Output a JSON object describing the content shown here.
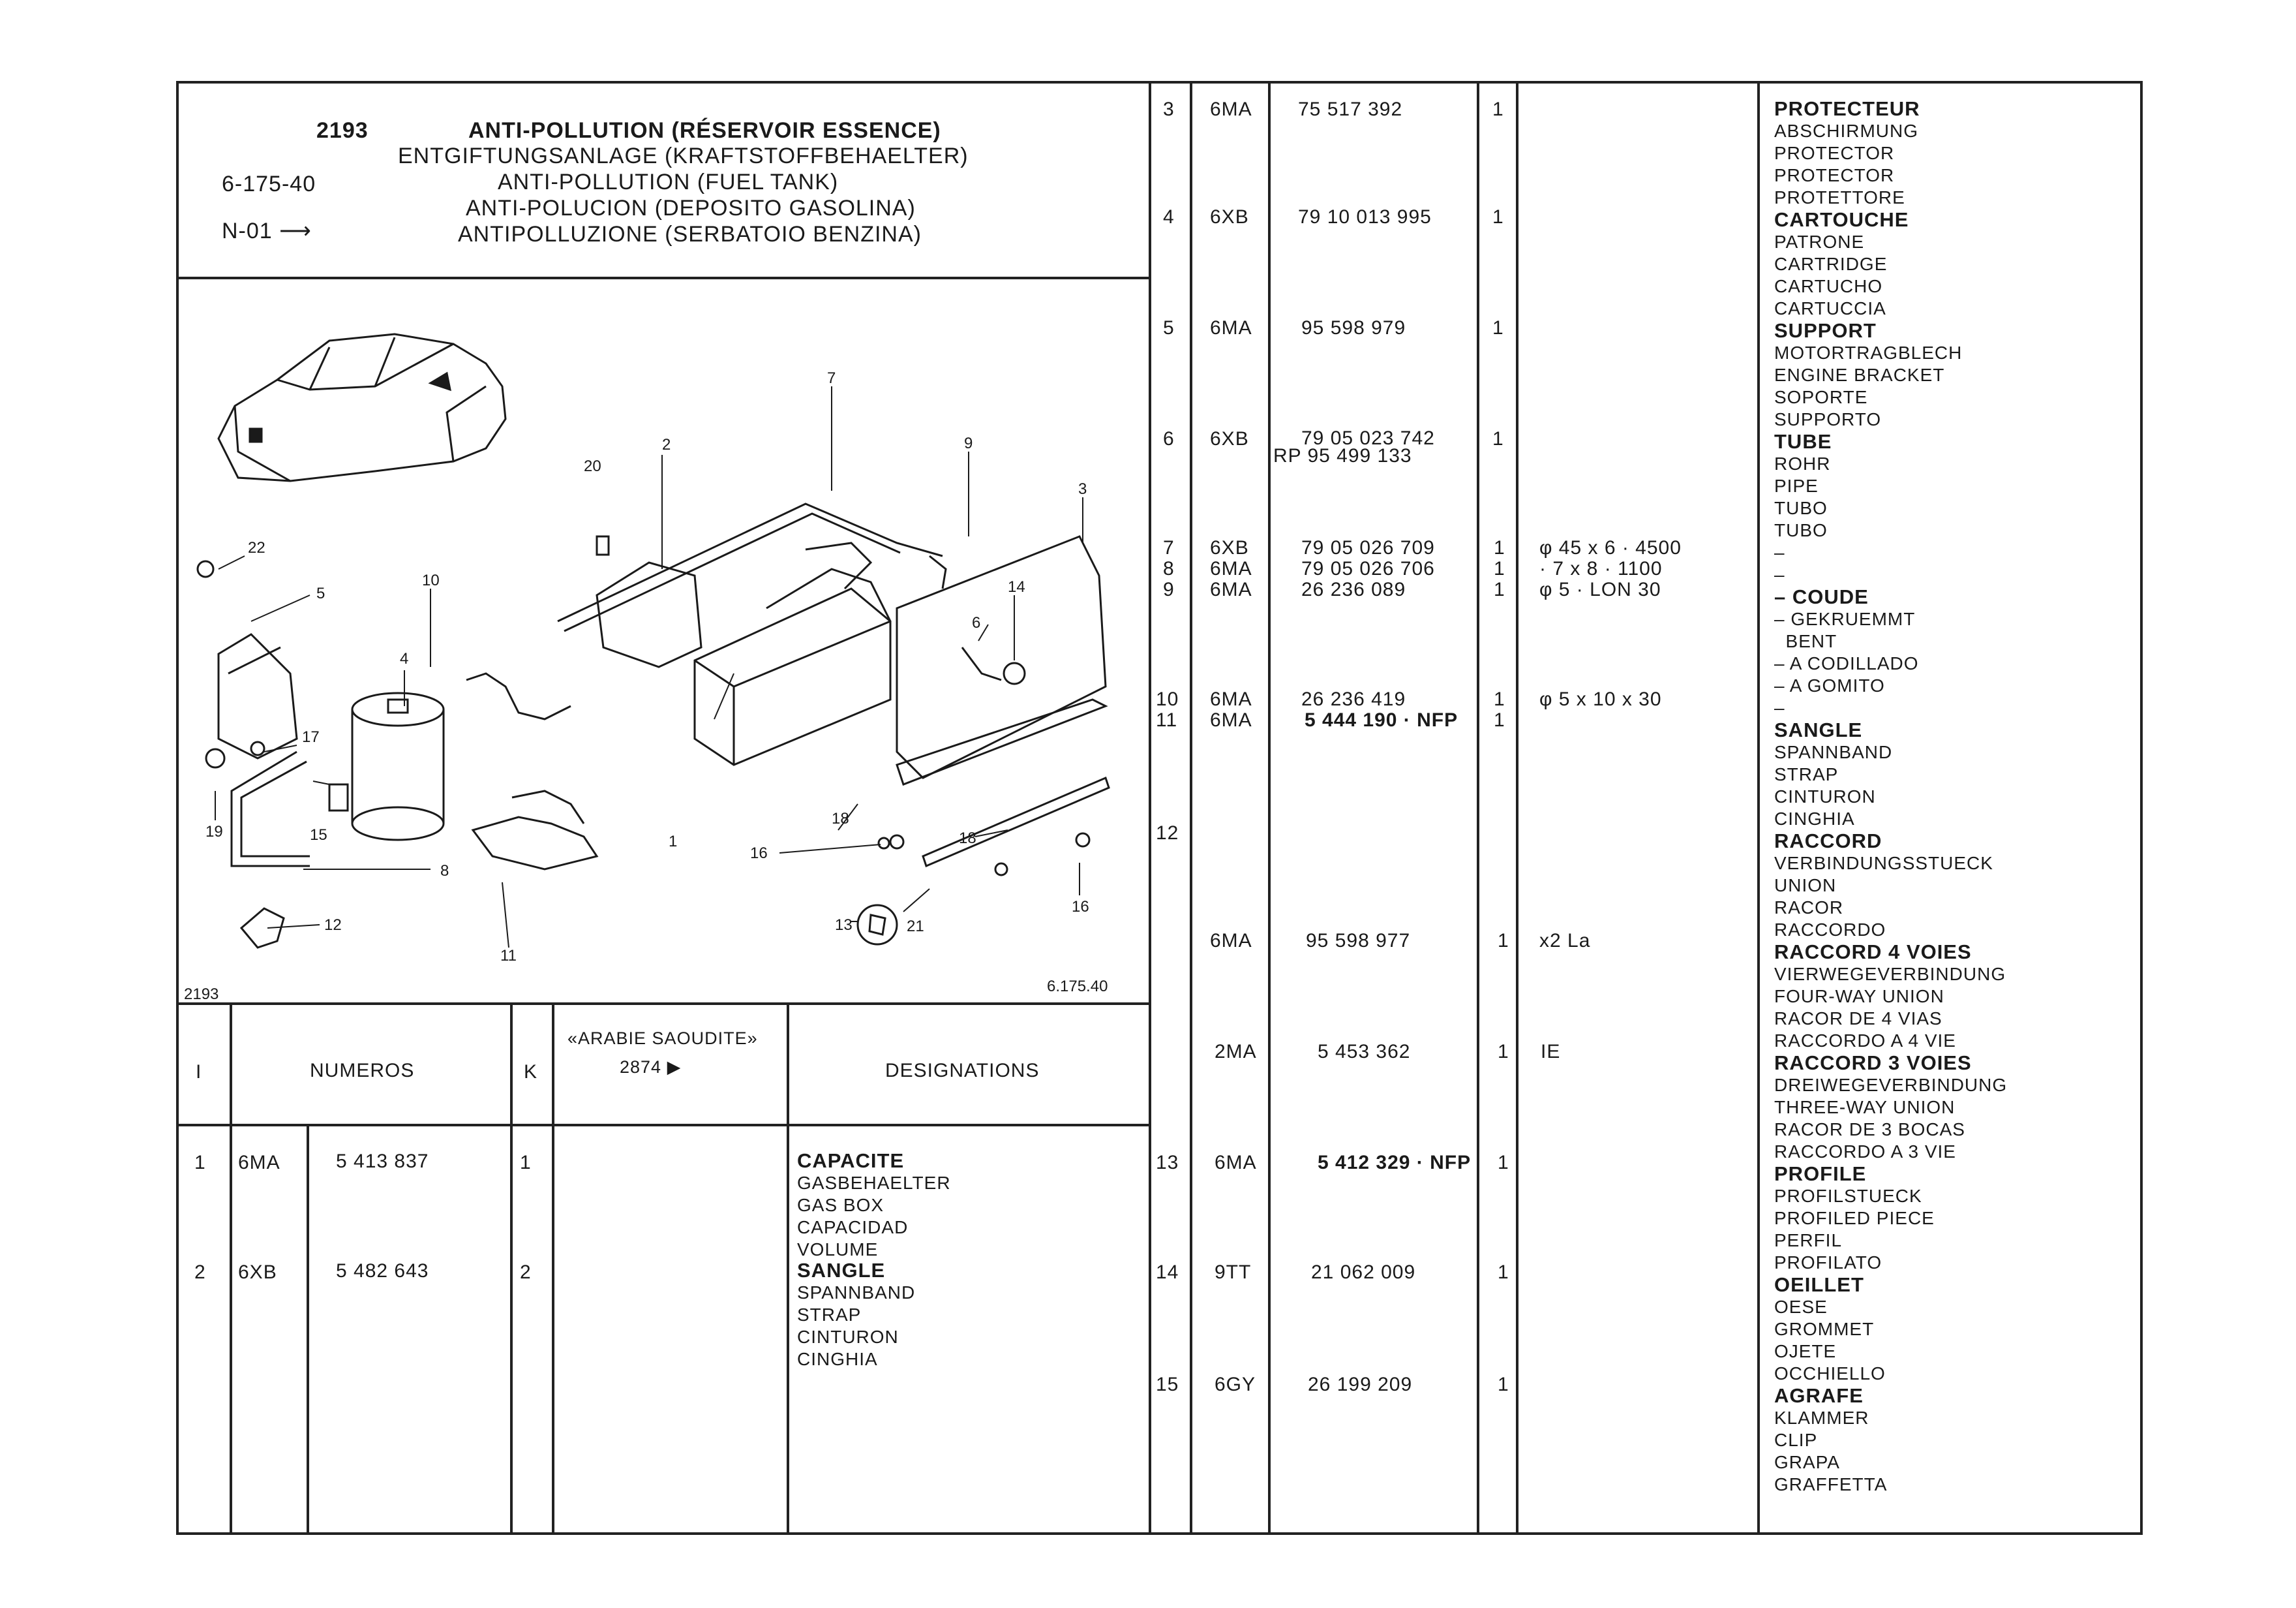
{
  "header": {
    "group": "2193",
    "code": "6-175-40",
    "series": "N-01",
    "titles": [
      "ANTI-POLLUTION (RÉSERVOIR ESSENCE)",
      "ENTGIFTUNGSANLAGE (KRAFTSTOFFBEHAELTER)",
      "ANTI-POLLUTION (FUEL TANK)",
      "ANTI-POLUCION (DEPOSITO GASOLINA)",
      "ANTIPOLLUZIONE (SERBATOIO BENZINA)"
    ]
  },
  "diagram": {
    "ref_left": "2193",
    "ref_right": "6.175.40",
    "callouts": [
      "1",
      "2",
      "3",
      "4",
      "5",
      "6",
      "7",
      "8",
      "9",
      "10",
      "11",
      "12",
      "13",
      "14",
      "15",
      "16",
      "16",
      "17",
      "18",
      "18",
      "19",
      "20",
      "21",
      "22"
    ]
  },
  "table_header": {
    "col_index": "I",
    "col_numbers": "NUMEROS",
    "col_k": "K",
    "col_market": "«ARABIE SAOUDITE»",
    "col_market_code": "2874 ▶",
    "col_designations": "DESIGNATIONS"
  },
  "left_rows": [
    {
      "idx": "1",
      "type": "6MA",
      "number": "5 413 837",
      "k": "1",
      "designation": [
        "CAPACITE",
        "GASBEHAELTER",
        "GAS BOX",
        "CAPACIDAD",
        "VOLUME"
      ]
    },
    {
      "idx": "2",
      "type": "6XB",
      "number": "5 482 643",
      "k": "2",
      "designation": [
        "SANGLE",
        "SPANNBAND",
        "STRAP",
        "CINTURON",
        "CINGHIA"
      ]
    }
  ],
  "right_rows": [
    {
      "idx": "3",
      "type": "6MA",
      "number": "75 517 392",
      "k": "1",
      "remark": ""
    },
    {
      "idx": "4",
      "type": "6XB",
      "number": "79 10 013 995",
      "k": "1",
      "remark": ""
    },
    {
      "idx": "5",
      "type": "6MA",
      "number": "95 598 979",
      "k": "1",
      "remark": ""
    },
    {
      "idx": "6",
      "type": "6XB",
      "number": "79 05 023 742",
      "number2": "RP 95 499 133",
      "k": "1",
      "remark": ""
    },
    {
      "idx": "7",
      "type": "6XB",
      "number": "79 05 026 709",
      "k": "1",
      "remark": "φ 45 x 6 · 4500"
    },
    {
      "idx": "8",
      "type": "6MA",
      "number": "79 05 026 706",
      "k": "1",
      "remark": "· 7 x 8 · 1100"
    },
    {
      "idx": "9",
      "type": "6MA",
      "number": "26 236 089",
      "k": "1",
      "remark": "φ 5 · LON 30"
    },
    {
      "idx": "10",
      "type": "6MA",
      "number": "26 236 419",
      "k": "1",
      "remark": "φ 5 x 10 x 30"
    },
    {
      "idx": "11",
      "type": "6MA",
      "number": "5 444 190 · NFP",
      "k": "1",
      "remark": ""
    },
    {
      "idx": "12",
      "type": "",
      "number": "",
      "k": "",
      "remark": ""
    },
    {
      "idx": "",
      "type": "6MA",
      "number": "95 598 977",
      "k": "1",
      "remark": "x2 La"
    },
    {
      "idx": "",
      "type": "2MA",
      "number": "5 453 362",
      "k": "1",
      "remark": "IE"
    },
    {
      "idx": "13",
      "type": "6MA",
      "number": "5 412 329 · NFP",
      "k": "1",
      "remark": ""
    },
    {
      "idx": "14",
      "type": "9TT",
      "number": "21 062 009",
      "k": "1",
      "remark": ""
    },
    {
      "idx": "15",
      "type": "6GY",
      "number": "26 199 209",
      "k": "1",
      "remark": ""
    }
  ],
  "right_designations": [
    {
      "bold": "PROTECTEUR",
      "lines": [
        "ABSCHIRMUNG",
        "PROTECTOR",
        "PROTECTOR",
        "PROTETTORE"
      ]
    },
    {
      "bold": "CARTOUCHE",
      "lines": [
        "PATRONE",
        "CARTRIDGE",
        "CARTUCHO",
        "CARTUCCIA"
      ]
    },
    {
      "bold": "SUPPORT",
      "lines": [
        "MOTORTRAGBLECH",
        "ENGINE BRACKET",
        "SOPORTE",
        "SUPPORTO"
      ]
    },
    {
      "bold": "TUBE",
      "lines": [
        "ROHR",
        "PIPE",
        "TUBO",
        "TUBO"
      ]
    },
    {
      "bold": "",
      "lines": [
        "–",
        "–"
      ]
    },
    {
      "bold": "– COUDE",
      "lines": [
        "– GEKRUEMMT",
        "  BENT",
        "– A CODILLADO",
        "– A GOMITO",
        "–"
      ]
    },
    {
      "bold": "SANGLE",
      "lines": [
        "SPANNBAND",
        "STRAP",
        "CINTURON",
        "CINGHIA"
      ]
    },
    {
      "bold": "RACCORD",
      "lines": [
        "VERBINDUNGSSTUECK",
        "UNION",
        "RACOR",
        "RACCORDO"
      ]
    },
    {
      "bold": "RACCORD 4 VOIES",
      "lines": [
        "VIERWEGEVERBINDUNG",
        "FOUR-WAY UNION",
        "RACOR DE 4 VIAS",
        "RACCORDO A 4 VIE"
      ]
    },
    {
      "bold": "RACCORD 3 VOIES",
      "lines": [
        "DREIWEGEVERBINDUNG",
        "THREE-WAY UNION",
        "RACOR DE 3 BOCAS",
        "RACCORDO A 3 VIE"
      ]
    },
    {
      "bold": "PROFILE",
      "lines": [
        "PROFILSTUECK",
        "PROFILED PIECE",
        "PERFIL",
        "PROFILATO"
      ]
    },
    {
      "bold": "OEILLET",
      "lines": [
        "OESE",
        "GROMMET",
        "OJETE",
        "OCCHIELLO"
      ]
    },
    {
      "bold": "AGRAFE",
      "lines": [
        "KLAMMER",
        "CLIP",
        "GRAPA",
        "GRAFFETTA"
      ]
    }
  ]
}
